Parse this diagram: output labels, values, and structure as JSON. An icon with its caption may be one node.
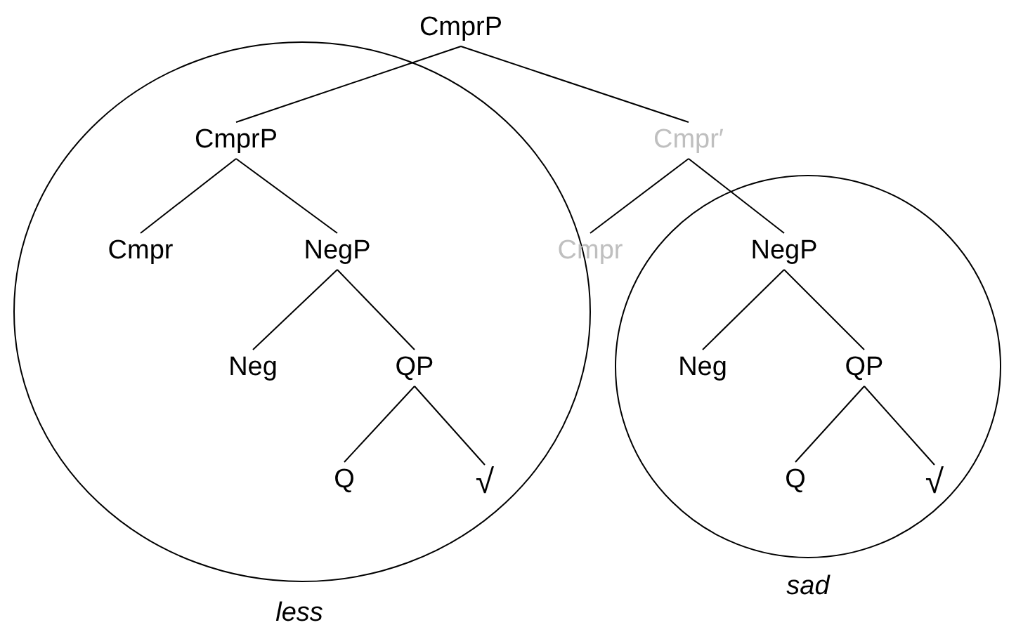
{
  "diagram": {
    "nodes": [
      {
        "text": [
          "CmprP"
        ]
      },
      {
        "text": [],
        "shape": "circle",
        "beside": [
          "less"
        ]
      },
      {
        "text": [
          "CmprP"
        ],
        "in": 1
      },
      {
        "text": [
          "Cmpr′"
        ]
      },
      {
        "text": [
          "Cmpr"
        ],
        "in": 1
      },
      {
        "text": [
          "NegP"
        ],
        "in": 1
      },
      {
        "text": [
          "Cmpr"
        ]
      },
      {
        "text": [],
        "shape": "circle",
        "beside": [
          "sad"
        ]
      },
      {
        "text": [
          "NegP"
        ],
        "in": 7
      },
      {
        "text": [
          "Neg"
        ],
        "in": 1
      },
      {
        "text": [
          "QP"
        ],
        "in": 1
      },
      {
        "text": [
          "Neg"
        ],
        "in": 7
      },
      {
        "text": [
          "QP"
        ],
        "in": 7
      },
      {
        "text": [
          "Q"
        ],
        "in": 1
      },
      {
        "text": [
          "√"
        ],
        "in": 1
      },
      {
        "text": [
          "Q"
        ],
        "in": 7
      },
      {
        "text": [
          "√"
        ],
        "in": 7
      }
    ],
    "edges": [
      {
        "from": 0,
        "to": 2,
        "arrow": "none"
      },
      {
        "from": 0,
        "to": 3,
        "arrow": "none"
      },
      {
        "from": 2,
        "to": 4,
        "arrow": "none"
      },
      {
        "from": 2,
        "to": 5,
        "arrow": "none"
      },
      {
        "from": 3,
        "to": 6,
        "arrow": "none"
      },
      {
        "from": 3,
        "to": 8,
        "arrow": "none"
      },
      {
        "from": 5,
        "to": 9,
        "arrow": "none"
      },
      {
        "from": 5,
        "to": 10,
        "arrow": "none"
      },
      {
        "from": 8,
        "to": 11,
        "arrow": "none"
      },
      {
        "from": 8,
        "to": 12,
        "arrow": "none"
      },
      {
        "from": 10,
        "to": 13,
        "arrow": "none"
      },
      {
        "from": 10,
        "to": 14,
        "arrow": "none"
      },
      {
        "from": 12,
        "to": 15,
        "arrow": "none"
      },
      {
        "from": 12,
        "to": 16,
        "arrow": "none"
      }
    ]
  }
}
